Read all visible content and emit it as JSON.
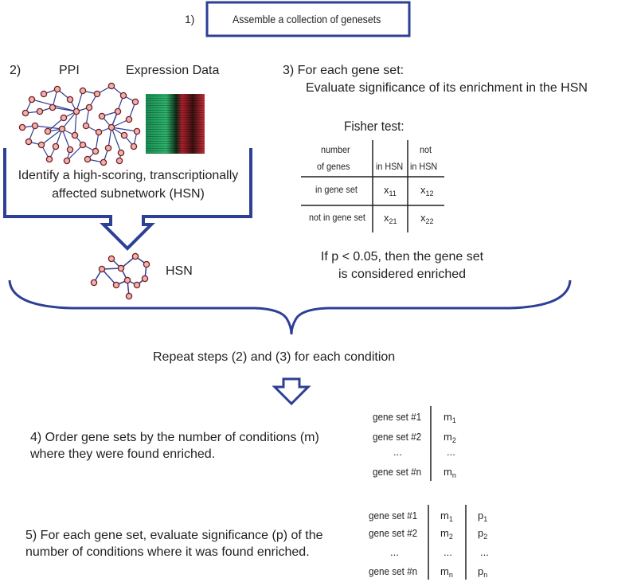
{
  "step1": {
    "number": "1)",
    "label": "Assemble a collection of genesets"
  },
  "step2": {
    "number": "2)",
    "ppi_label": "PPI",
    "expression_label": "Expression Data",
    "identify_line1": "Identify a high-scoring, transcriptionally",
    "identify_line2": "affected subnetwork (HSN)",
    "hsn_label": "HSN"
  },
  "step3": {
    "line1": "3) For each gene set:",
    "line2": "Evaluate significance of its enrichment in the HSN",
    "fisher_title": "Fisher test:",
    "table": {
      "header_col0_line1": "number",
      "header_col0_line2": "of genes",
      "header_col1": "in HSN",
      "header_col2_line1": "not",
      "header_col2_line2": "in HSN",
      "row1_label": "in gene set",
      "row2_label": "not in gene set",
      "x11": "x",
      "x11_sub": "11",
      "x12": "x",
      "x12_sub": "12",
      "x21": "x",
      "x21_sub": "21",
      "x22": "x",
      "x22_sub": "22"
    },
    "if_line1": "If p < 0.05, then the gene set",
    "if_line2": "is considered enriched"
  },
  "repeat_text": "Repeat steps (2) and (3) for each condition",
  "step4": {
    "line1": "4) Order gene sets by the number of conditions (m)",
    "line2": "where they were found enriched.",
    "rows": [
      {
        "name": "gene set #1",
        "m": "m",
        "m_sub": "1"
      },
      {
        "name": "gene set #2",
        "m": "m",
        "m_sub": "2"
      },
      {
        "name": "...",
        "m": "...",
        "m_sub": ""
      },
      {
        "name": "gene set #n",
        "m": "m",
        "m_sub": "n"
      }
    ]
  },
  "step5": {
    "line1": "5) For each gene set, evaluate significance (p) of the",
    "line2": "number of conditions where it was found enriched.",
    "rows": [
      {
        "name": "gene set #1",
        "m": "m",
        "m_sub": "1",
        "p": "p",
        "p_sub": "1"
      },
      {
        "name": "gene set #2",
        "m": "m",
        "m_sub": "2",
        "p": "p",
        "p_sub": "2"
      },
      {
        "name": "...",
        "m": "...",
        "m_sub": "",
        "p": "...",
        "p_sub": ""
      },
      {
        "name": "gene set #n",
        "m": "m",
        "m_sub": "n",
        "p": "p",
        "p_sub": "n"
      }
    ]
  },
  "colors": {
    "frame_blue": "#2e3f96",
    "node_fill": "#e9b4b4",
    "node_stroke": "#7a1a1a",
    "heatmap_green": "#1f9a5a",
    "heatmap_red": "#c0202a",
    "text": "#231f20"
  }
}
